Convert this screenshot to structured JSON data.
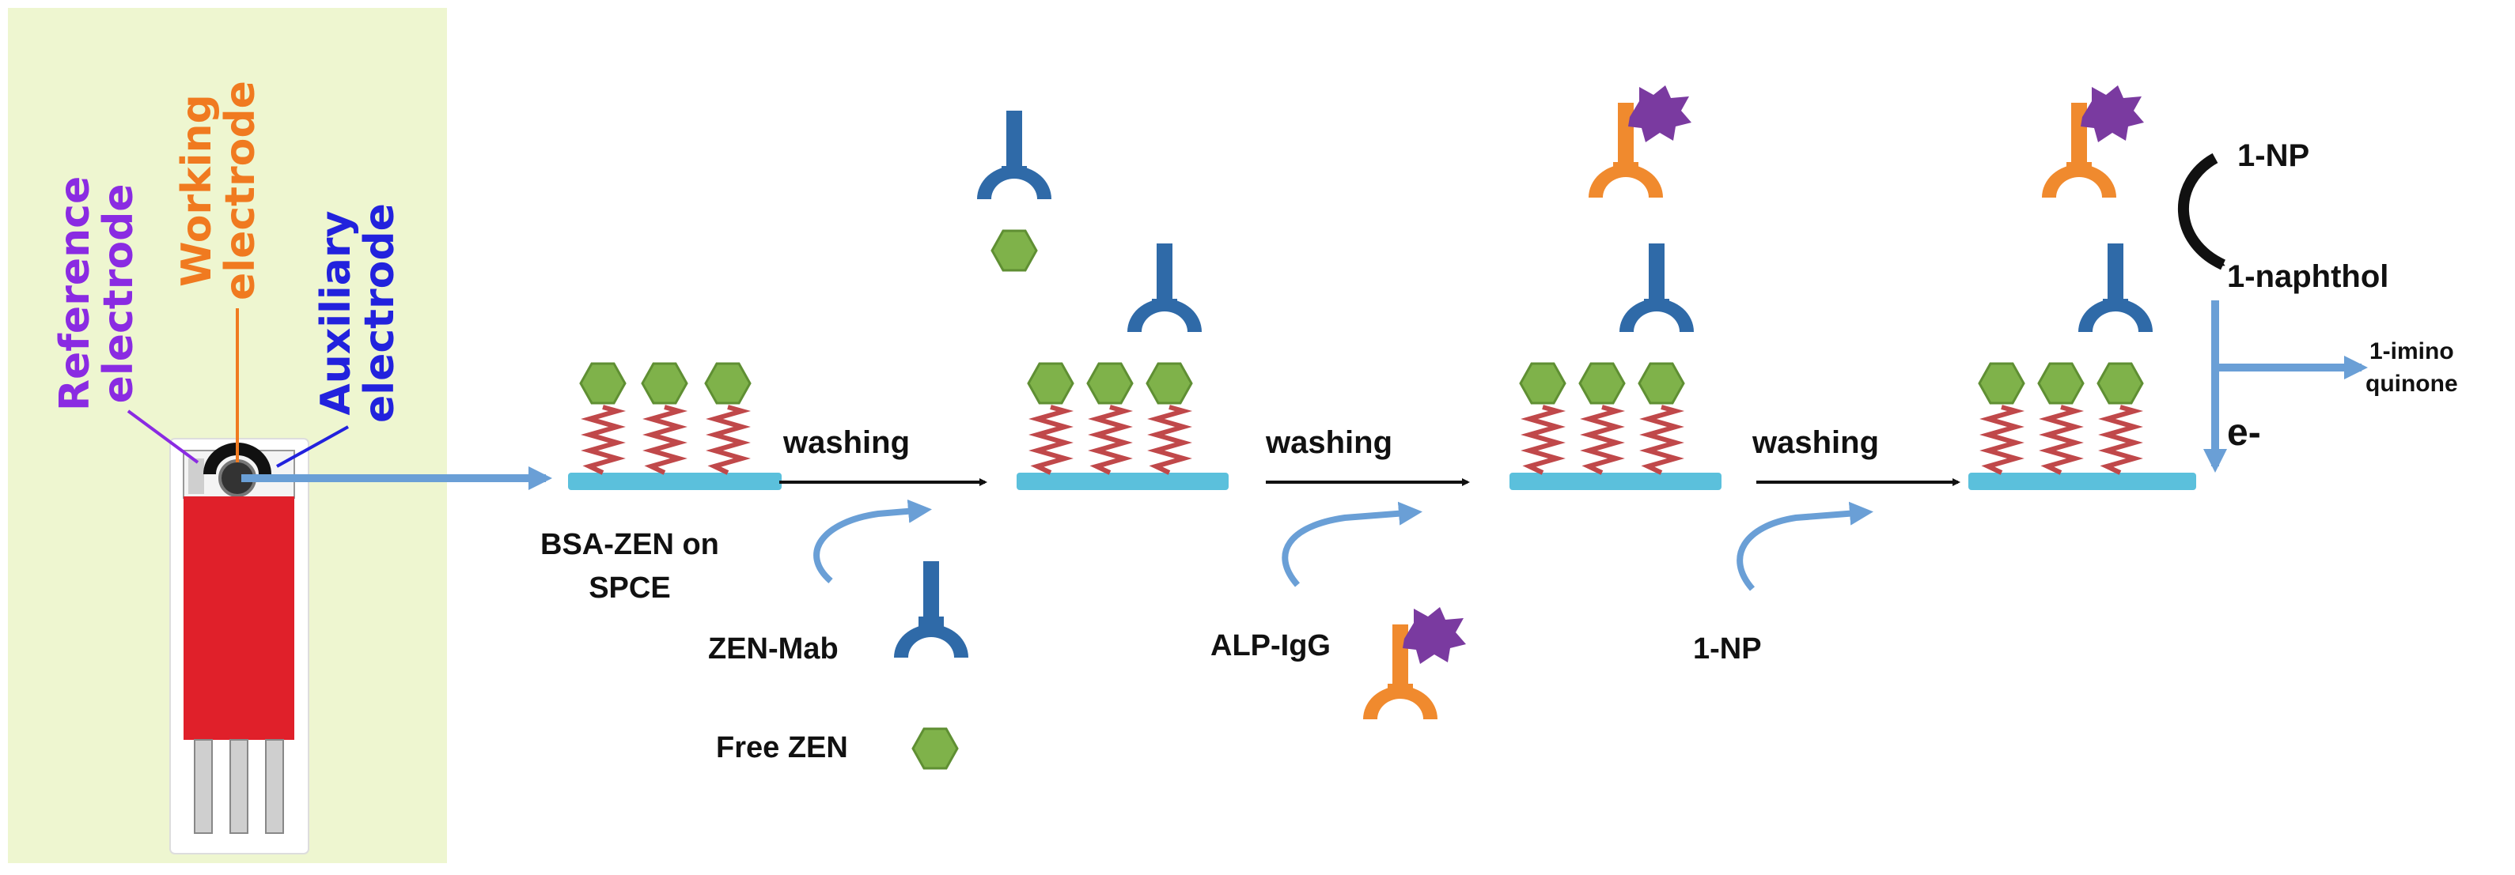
{
  "electrode_labels": {
    "reference": [
      "Reference",
      "electrode"
    ],
    "working": [
      "Working",
      "electrode"
    ],
    "auxiliary": [
      "Auxiliary",
      "electrode"
    ]
  },
  "steps": {
    "step1_caption": [
      "BSA-ZEN on",
      "SPCE"
    ],
    "washing_1": "washing",
    "washing_2": "washing",
    "washing_3": "washing"
  },
  "reagents": {
    "zen_mab": "ZEN-Mab",
    "free_zen": "Free ZEN",
    "alp_igg": "ALP-IgG",
    "substrate": "1-NP"
  },
  "reaction": {
    "substrate": "1-NP",
    "product": "1-naphthol",
    "oxidized": [
      "1-imino",
      "quinone"
    ],
    "electron": "e-"
  },
  "colors": {
    "panel_bg": "#eef6d0",
    "strip_red": "#e0202a",
    "electrode_surface": "#5bc0dc",
    "hapten_green": "#7fb24a",
    "antibody_blue": "#2f6aa8",
    "secondary_orange": "#f08a2e",
    "enzyme_purple": "#7a3aa0",
    "linker_red": "#c0484a",
    "arrow_blue": "#6a9fd6",
    "label_reference": "#8a2be2",
    "label_working": "#f07a20",
    "label_auxiliary": "#2222dd"
  }
}
